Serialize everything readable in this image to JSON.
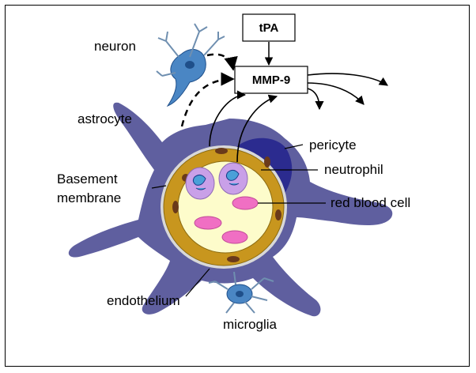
{
  "boxes": {
    "tpa": "tPA",
    "mmp9": "MMP-9"
  },
  "labels": {
    "neuron": "neuron",
    "astrocyte": "astrocyte",
    "pericyte": "pericyte",
    "basement_line1": "Basement",
    "basement_line2": "membrane",
    "neutrophil": "neutrophil",
    "red_blood_cell": "red blood cell",
    "endothelium": "endothelium",
    "microglia": "microglia"
  },
  "colors": {
    "astrocyte": "#5f5f9f",
    "pericyte": "#2b2b8f",
    "endothelium": "#c8961e",
    "lumen": "#fdfccb",
    "neutrophil": "#c9a0e8",
    "rbc": "#f06fc3",
    "neuron": "#4a86c4"
  }
}
